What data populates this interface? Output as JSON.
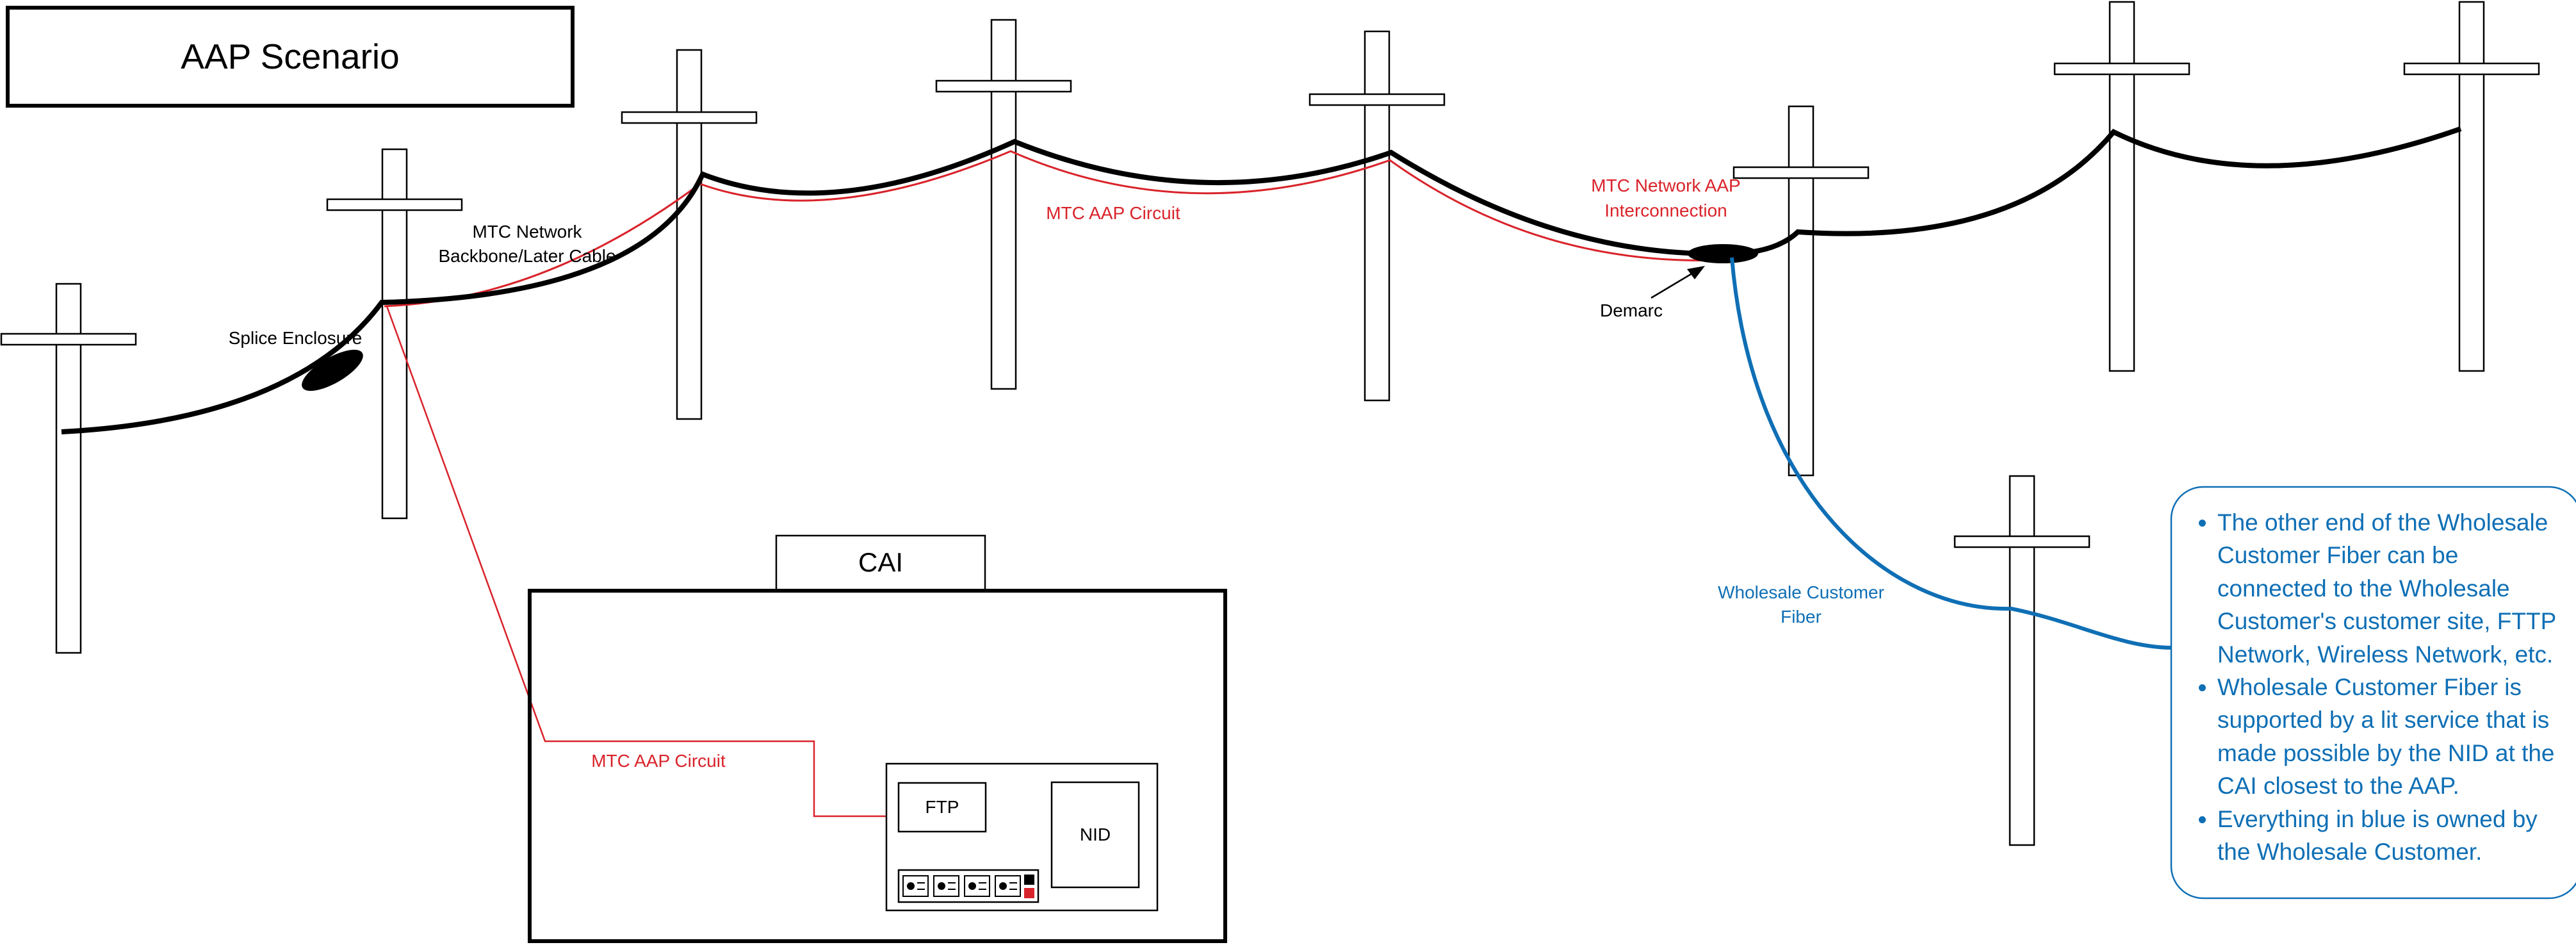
{
  "title": "AAP Scenario",
  "labels": {
    "backbone_line1": "MTC Network",
    "backbone_line2": "Backbone/Later Cable",
    "splice": "Splice Enclosure",
    "aap_circuit_span": "MTC AAP Circuit",
    "interconnection_line1": "MTC Network AAP",
    "interconnection_line2": "Interconnection",
    "demarc": "Demarc",
    "wholesale_fiber_line1": "Wholesale Customer",
    "wholesale_fiber_line2": "Fiber",
    "cai": "CAI",
    "aap_circuit_cai": "MTC AAP Circuit",
    "ftp": "FTP",
    "nid": "NID"
  },
  "notes": [
    {
      "lines": [
        "The other end of the Wholesale",
        "Customer Fiber can be",
        "connected to the Wholesale",
        "Customer's customer site, FTTP",
        "Network, Wireless Network, etc."
      ]
    },
    {
      "lines": [
        "Wholesale Customer Fiber is",
        "supported by a lit service that is",
        "made possible by the NID at the",
        "CAI closest to the AAP."
      ]
    },
    {
      "lines": [
        "Everything in blue is owned by",
        "the Wholesale Customer."
      ]
    }
  ],
  "colors": {
    "black": "#000000",
    "circuit_red": "#d9232a",
    "wholesale_blue": "#0f6fb5"
  }
}
